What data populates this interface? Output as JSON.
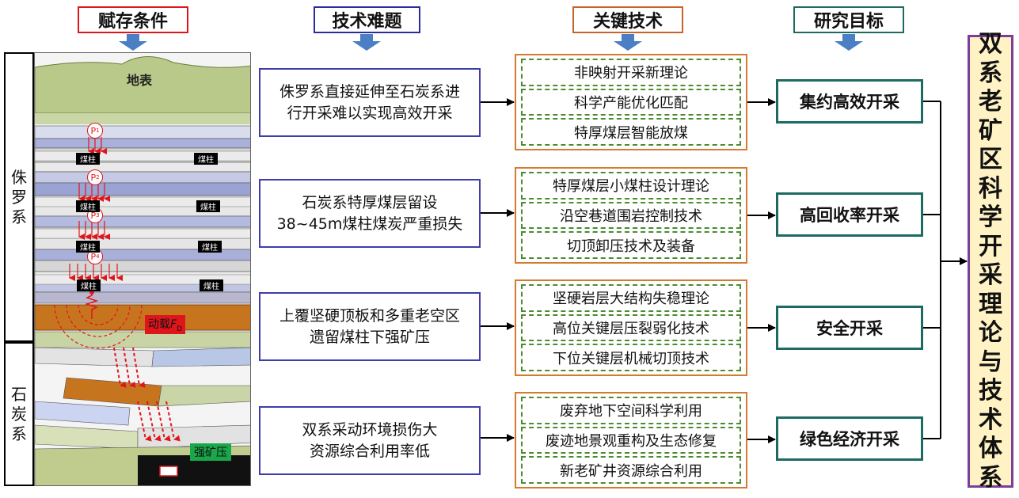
{
  "headers": {
    "conditions": "赋存条件",
    "problems": "技术难题",
    "key_tech": "关键技术",
    "goals": "研究目标"
  },
  "strata": {
    "jurassic": [
      "侏",
      "罗",
      "系"
    ],
    "carboniferous": [
      "石",
      "炭",
      "系"
    ],
    "surface": "地表",
    "coal_pillar": "煤柱",
    "dynamic_load_label": "动载",
    "dynamic_load_symbol": "F",
    "dynamic_load_sub": "D",
    "strong_pressure": "强矿压",
    "pressures": [
      {
        "p": "P",
        "n": "1"
      },
      {
        "p": "P",
        "n": "2"
      },
      {
        "p": "P",
        "n": "3"
      },
      {
        "p": "P",
        "n": "4"
      }
    ]
  },
  "problems": [
    {
      "lines": [
        "侏罗系直接延伸至石炭系进",
        "行开采难以实现高效开采"
      ]
    },
    {
      "lines": [
        "石炭系特厚煤层留设",
        "38~45m煤柱煤炭严重损失"
      ]
    },
    {
      "lines": [
        "上覆坚硬顶板和多重老空区",
        "遗留煤柱下强矿压"
      ]
    },
    {
      "lines": [
        "双系采动环境损伤大",
        "资源综合利用率低"
      ]
    }
  ],
  "techs": [
    {
      "items": [
        "非映射开采新理论",
        "科学产能优化匹配",
        "特厚煤层智能放煤"
      ]
    },
    {
      "items": [
        "特厚煤层小煤柱设计理论",
        "沿空巷道围岩控制技术",
        "切顶卸压技术及装备"
      ]
    },
    {
      "items": [
        "坚硬岩层大结构失稳理论",
        "高位关键层压裂弱化技术",
        "下位关键层机械切顶技术"
      ]
    },
    {
      "items": [
        "废弃地下空间科学利用",
        "废迹地景观重构及生态修复",
        "新老矿井资源综合利用"
      ]
    }
  ],
  "goals": [
    "集约高效开采",
    "高回收率开采",
    "安全开采",
    "绿色经济开采"
  ],
  "final": [
    "双",
    "系",
    "老",
    "矿",
    "区",
    "科",
    "学",
    "开",
    "采",
    "理",
    "论",
    "与",
    "技",
    "术",
    "体",
    "系"
  ],
  "colors": {
    "conditions_border": "#e0151b",
    "problems_border": "#2b2ba0",
    "key_tech_border": "#c8642a",
    "goals_border": "#1d6a62",
    "arrow": "#4a7fc4",
    "final_border": "#7b3e9a",
    "final_bg": "#fff3c6"
  }
}
